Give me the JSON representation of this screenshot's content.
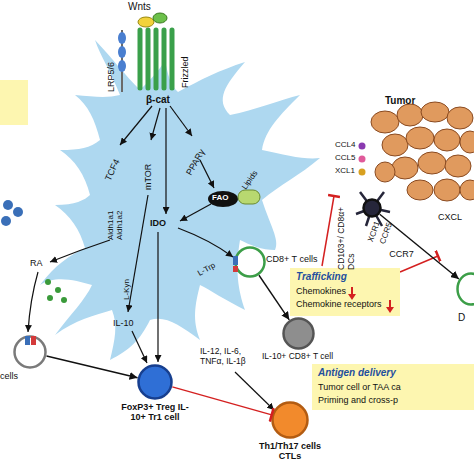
{
  "diagram": {
    "nodes": [
      {
        "text": [
          "cells"
        ]
      },
      {
        "text": [
          "FoxP3+ Treg IL-10+ Tr1 cell"
        ]
      },
      {
        "text": [
          "Th1/Th17 cells CTLs"
        ]
      },
      {
        "text": [
          "CD8+ T cells"
        ]
      },
      {
        "text": [
          "IL-10+ CD8+ T cell"
        ]
      },
      {
        "text": [
          "Trafficking",
          "Chemokines",
          "Chemokine receptors"
        ]
      },
      {
        "text": [
          "Antigen delivery",
          "Tumor cell or TAA ca",
          "Priming and cross-p"
        ]
      },
      {
        "text": [
          "Tumor"
        ]
      },
      {
        "text": [
          "CD103+/ CD8α+ DCs"
        ]
      },
      {
        "text": [
          "D"
        ]
      }
    ],
    "edges": [
      {
        "from": 0,
        "to": 1,
        "arrow": "to"
      },
      {
        "from": 3,
        "to": 4,
        "arrow": "to"
      },
      {
        "from": 1,
        "to": 2,
        "arrow": "to"
      },
      {
        "from": 8,
        "to": 9,
        "label": "CCR7",
        "arrow": "to"
      }
    ],
    "labels": [
      "Wnts",
      "LRP5/6",
      "Frizzled",
      "β-cat",
      "TCF4",
      "Aldh1a1 Aldh1a2",
      "mTOR",
      "PPARγ",
      "Lipids",
      "FAO",
      "IDO",
      "RA",
      "IL-10",
      "L-Kyn",
      "L-Trp",
      "IL-12, IL-6, TNFα, IL-1β",
      "CCL4",
      "CCL5",
      "XCL1",
      "XCR1",
      "CCR5",
      "CXCL"
    ]
  }
}
